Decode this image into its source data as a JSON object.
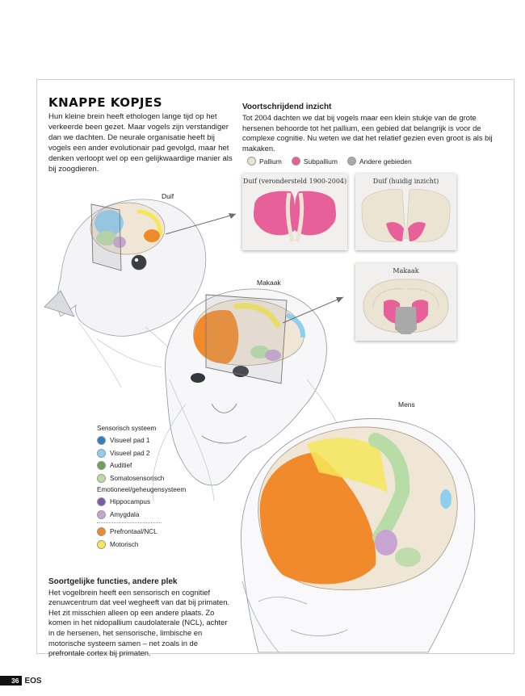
{
  "article": {
    "title": "KNAPPE KOPJES",
    "intro": "Hun kleine brein heeft ethologen lange tijd op het verkeerde been gezet. Maar vogels zijn verstandiger dan we dachten. De neurale organisatie heeft bij vogels een ander evolutionair pad gevolgd, maar het denken verloopt wel op een gelijkwaardige manier als bij zoogdieren."
  },
  "progress": {
    "heading": "Voortschrijdend inzicht",
    "text": "Tot 2004 dachten we dat bij vogels maar een klein stukje van de grote hersenen behoorde tot het pallium, een gebied dat belangrijk is voor de complexe cognitie. Nu weten we dat het relatief gezien even groot is als bij makaken."
  },
  "top_legend": [
    {
      "label": "Pallium",
      "color": "#ece4d2"
    },
    {
      "label": "Subpallium",
      "color": "#e7609a"
    },
    {
      "label": "Andere gebieden",
      "color": "#a9a9a9"
    }
  ],
  "panels": {
    "pigeon_old": "Duif (verondersteld 1900-2004)",
    "pigeon_new": "Duif (huidig inzicht)",
    "macaque": "Makaak"
  },
  "labels": {
    "pigeon": "Duif",
    "macaque": "Makaak",
    "human": "Mens"
  },
  "legend": {
    "group1": "Sensorisch systeem",
    "items1": [
      {
        "label": "Visueel pad 1",
        "color": "#2d7fc1"
      },
      {
        "label": "Visueel pad 2",
        "color": "#8fcfee"
      },
      {
        "label": "Auditief",
        "color": "#6aa35a"
      },
      {
        "label": "Somatosensorisch",
        "color": "#b8dca6"
      }
    ],
    "group2": "Emotioneel/geheugensysteem",
    "items2": [
      {
        "label": "Hippocampus",
        "color": "#7b5ca8"
      },
      {
        "label": "Amygdala",
        "color": "#c7a4d2"
      }
    ],
    "items3": [
      {
        "label": "Prefrontaal/NCL",
        "color": "#f08a2b"
      },
      {
        "label": "Motorisch",
        "color": "#f6e65a"
      }
    ]
  },
  "bottom": {
    "heading": "Soortgelijke functies, andere plek",
    "text": "Het vogelbrein heeft een sensorisch en cognitief zenuwcentrum dat veel wegheeft van dat bij primaten. Het zit misschien alleen op een andere plaats. Zo komen in het nidopallium caudolaterale (NCL), achter in de hersenen, het sensorische, limbische en motorische systeem samen – net zoals in de prefrontale cortex bij primaten."
  },
  "footer": {
    "page": "36",
    "magazine": "EOS"
  }
}
